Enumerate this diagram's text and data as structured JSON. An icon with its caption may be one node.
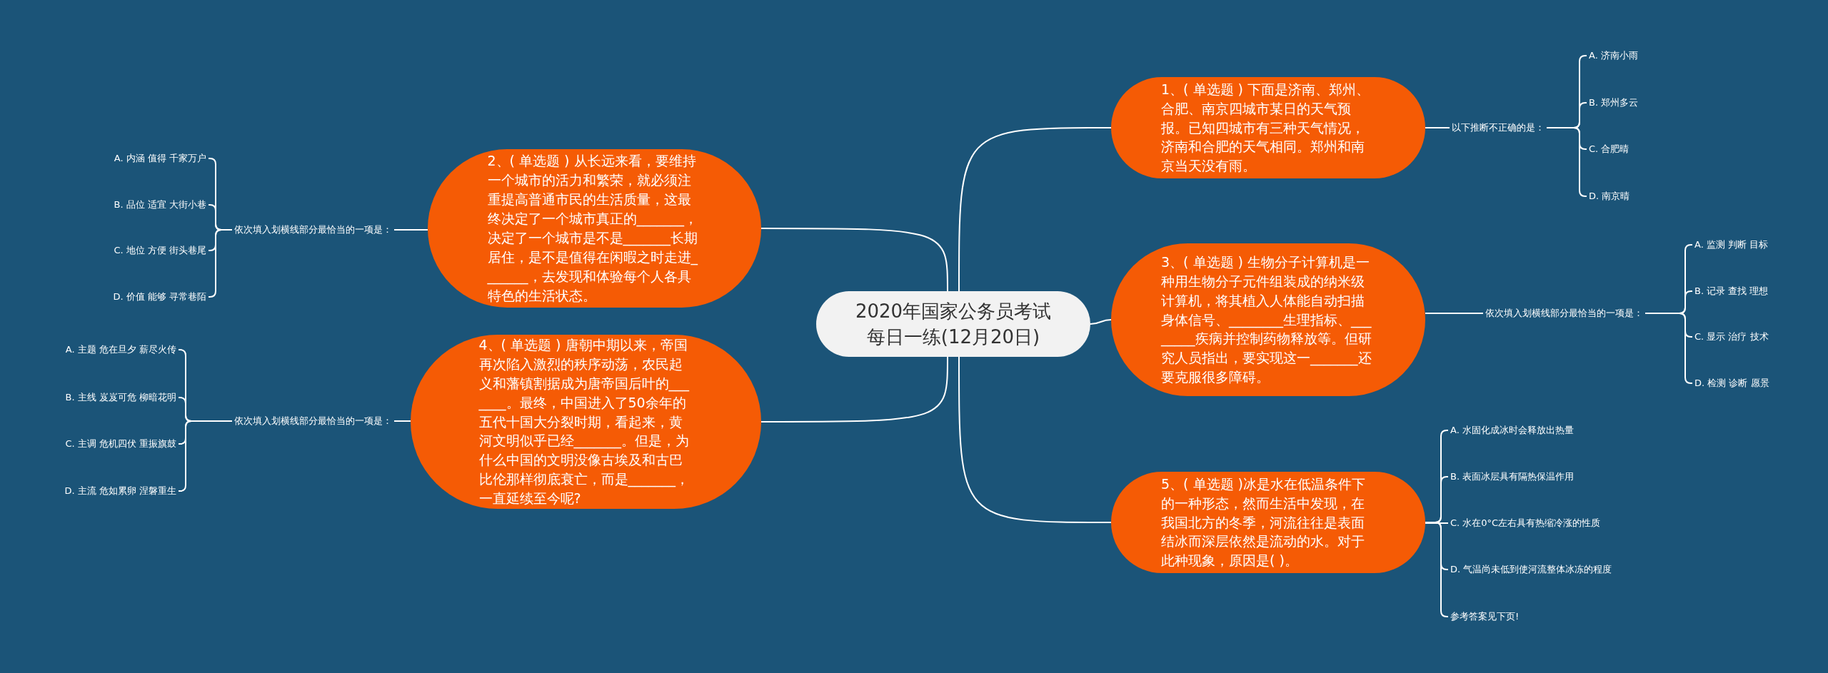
{
  "diagram": {
    "nodes": [
      {
        "text": [
          "2020年国家公务员考试每日一练(12月20日)"
        ]
      },
      {
        "text": [
          "1、( 单选题 ) 下面是济南、郑州、合肥、南京四城市某日的天气预报。已知四城市有三种天气情况，济南和合肥的天气相同。郑州和南京当天没有雨。"
        ]
      },
      {
        "text": [
          "以下推断不正确的是："
        ]
      },
      {
        "text": [
          "A. 济南小雨"
        ]
      },
      {
        "text": [
          "B. 郑州多云"
        ]
      },
      {
        "text": [
          "C. 合肥晴"
        ]
      },
      {
        "text": [
          "D. 南京晴"
        ]
      },
      {
        "text": [
          "2、( 单选题 ) 从长远来看，要维持一个城市的活力和繁荣，就必须注重提高普通市民的生活质量，这最终决定了一个城市真正的_______，决定了一个城市是不是_______长期居住，是不是值得在闲暇之时走进_______，去发现和体验每个人各具特色的生活状态。"
        ]
      },
      {
        "text": [
          "依次填入划横线部分最恰当的一项是："
        ]
      },
      {
        "text": [
          "A. 内涵 值得 千家万户"
        ]
      },
      {
        "text": [
          "B. 品位 适宜 大街小巷"
        ]
      },
      {
        "text": [
          "C. 地位 方便 街头巷尾"
        ]
      },
      {
        "text": [
          "D. 价值 能够 寻常巷陌"
        ]
      },
      {
        "text": [
          "3、( 单选题 ) 生物分子计算机是一种用生物分子元件组装成的纳米级计算机，将其植入人体能自动扫描身体信号、________生理指标、________疾病并控制药物释放等。但研究人员指出，要实现这一_______还要克服很多障碍。"
        ]
      },
      {
        "text": [
          "依次填入划横线部分最恰当的一项是："
        ]
      },
      {
        "text": [
          "A. 监测 判断 目标"
        ]
      },
      {
        "text": [
          "B. 记录 查找 理想"
        ]
      },
      {
        "text": [
          "C. 显示 治疗 技术"
        ]
      },
      {
        "text": [
          "D. 检测 诊断 愿景"
        ]
      },
      {
        "text": [
          "4、( 单选题 ) 唐朝中期以来，帝国再次陷入激烈的秩序动荡，农民起义和藩镇割据成为唐帝国后叶的_______。最终，中国进入了50余年的五代十国大分裂时期，看起来，黄河文明似乎已经_______。但是，为什么中国的文明没像古埃及和古巴比伦那样彻底衰亡，而是_______，一直延续至今呢?"
        ]
      },
      {
        "text": [
          "依次填入划横线部分最恰当的一项是："
        ]
      },
      {
        "text": [
          "A. 主题 危在旦夕 薪尽火传"
        ]
      },
      {
        "text": [
          "B. 主线 岌岌可危 柳暗花明"
        ]
      },
      {
        "text": [
          "C. 主调 危机四伏 重振旗鼓"
        ]
      },
      {
        "text": [
          "D. 主流 危如累卵 涅磐重生"
        ]
      },
      {
        "text": [
          "5、( 单选题 )冰是水在低温条件下的一种形态，然而生活中发现，在我国北方的冬季，河流往往是表面结冰而深层依然是流动的水。对于此种现象，原因是( )。"
        ]
      },
      {
        "text": [
          "A. 水固化成冰时会释放出热量"
        ]
      },
      {
        "text": [
          "B. 表面冰层具有隔热保温作用"
        ]
      },
      {
        "text": [
          "C. 水在0°C左右具有热缩冷涨的性质"
        ]
      },
      {
        "text": [
          "D. 气温尚未低到使河流整体冰冻的程度"
        ]
      },
      {
        "text": [
          "参考答案见下页!"
        ]
      }
    ],
    "edges": [
      {
        "from": 0,
        "to": 1,
        "arrow": "none"
      },
      {
        "from": 1,
        "to": 2,
        "arrow": "none"
      },
      {
        "from": 2,
        "to": 3,
        "arrow": "none"
      },
      {
        "from": 2,
        "to": 4,
        "arrow": "none"
      },
      {
        "from": 2,
        "to": 5,
        "arrow": "none"
      },
      {
        "from": 2,
        "to": 6,
        "arrow": "none"
      },
      {
        "from": 0,
        "to": 7,
        "arrow": "none"
      },
      {
        "from": 7,
        "to": 8,
        "arrow": "none"
      },
      {
        "from": 8,
        "to": 9,
        "arrow": "none"
      },
      {
        "from": 8,
        "to": 10,
        "arrow": "none"
      },
      {
        "from": 8,
        "to": 11,
        "arrow": "none"
      },
      {
        "from": 8,
        "to": 12,
        "arrow": "none"
      },
      {
        "from": 0,
        "to": 13,
        "arrow": "none"
      },
      {
        "from": 13,
        "to": 14,
        "arrow": "none"
      },
      {
        "from": 14,
        "to": 15,
        "arrow": "none"
      },
      {
        "from": 14,
        "to": 16,
        "arrow": "none"
      },
      {
        "from": 14,
        "to": 17,
        "arrow": "none"
      },
      {
        "from": 14,
        "to": 18,
        "arrow": "none"
      },
      {
        "from": 0,
        "to": 19,
        "arrow": "none"
      },
      {
        "from": 19,
        "to": 20,
        "arrow": "none"
      },
      {
        "from": 20,
        "to": 21,
        "arrow": "none"
      },
      {
        "from": 20,
        "to": 22,
        "arrow": "none"
      },
      {
        "from": 20,
        "to": 23,
        "arrow": "none"
      },
      {
        "from": 20,
        "to": 24,
        "arrow": "none"
      },
      {
        "from": 0,
        "to": 25,
        "arrow": "none"
      },
      {
        "from": 25,
        "to": 26,
        "arrow": "none"
      },
      {
        "from": 25,
        "to": 27,
        "arrow": "none"
      },
      {
        "from": 25,
        "to": 28,
        "arrow": "none"
      },
      {
        "from": 25,
        "to": 29,
        "arrow": "none"
      },
      {
        "from": 25,
        "to": 30,
        "arrow": "none"
      }
    ]
  }
}
